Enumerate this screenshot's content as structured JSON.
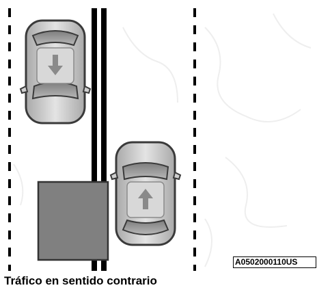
{
  "figure": {
    "caption": "Tráfico en sentido contrario",
    "reference_code": "A0502000110US"
  },
  "scene": {
    "elements": [
      {
        "name": "left-lane-dashed-line",
        "type": "dashed-line"
      },
      {
        "name": "right-lane-dashed-line",
        "type": "dashed-line"
      },
      {
        "name": "double-center-line",
        "type": "solid-double-line"
      },
      {
        "name": "oncoming-car",
        "direction": "down",
        "icon": "arrow-down-icon"
      },
      {
        "name": "own-car",
        "direction": "up",
        "icon": "arrow-up-icon"
      },
      {
        "name": "blind-spot-zone",
        "type": "shaded-rectangle"
      }
    ],
    "colors": {
      "lines": "#000000",
      "car_body": "#cfcfcf",
      "car_outline": "#3a3a3a",
      "glass": "#9a9a9a",
      "arrow": "#8a8a8a",
      "zone_fill": "#808080",
      "zone_border": "#333333",
      "background_texture": "#eeeeee"
    }
  }
}
